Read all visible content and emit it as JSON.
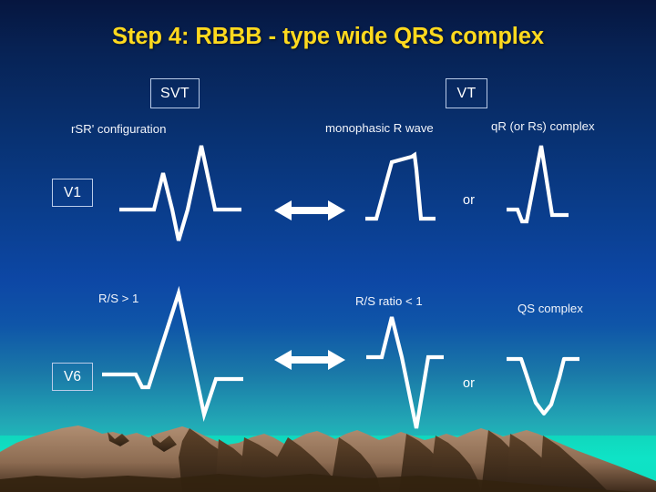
{
  "slide": {
    "title": "Step 4: RBBB - type wide QRS complex",
    "title_color": "#ffd91e",
    "background_top_color": "#06163f",
    "background_mid_color": "#0d47a5",
    "background_bottom_color": "#0ee0c4",
    "trace_color": "#ffffff"
  },
  "mode_boxes": {
    "left": "SVT",
    "right": "VT"
  },
  "lead_boxes": {
    "row1": "V1",
    "row2": "V6"
  },
  "connectors": {
    "or_top": "or",
    "or_bottom": "or",
    "arrow_icon": "double-headed-arrow"
  },
  "rows": [
    {
      "lead": "V1",
      "svt": {
        "caption": "rSR' configuration",
        "morphology": "rSR'"
      },
      "vt": [
        {
          "caption": "monophasic R wave",
          "morphology": "monophasic-R"
        },
        {
          "caption": "qR (or Rs) complex",
          "morphology": "qR"
        }
      ]
    },
    {
      "lead": "V6",
      "svt": {
        "caption": "R/S > 1",
        "morphology": "qRs-tall-R"
      },
      "vt": [
        {
          "caption": "R/S ratio < 1",
          "morphology": "rS-deep-S"
        },
        {
          "caption": "QS complex",
          "morphology": "QS"
        }
      ]
    }
  ],
  "landscape": {
    "mountain_light": "#a8856a",
    "mountain_dark": "#4a3322",
    "water_color": "#0fe3c6"
  }
}
